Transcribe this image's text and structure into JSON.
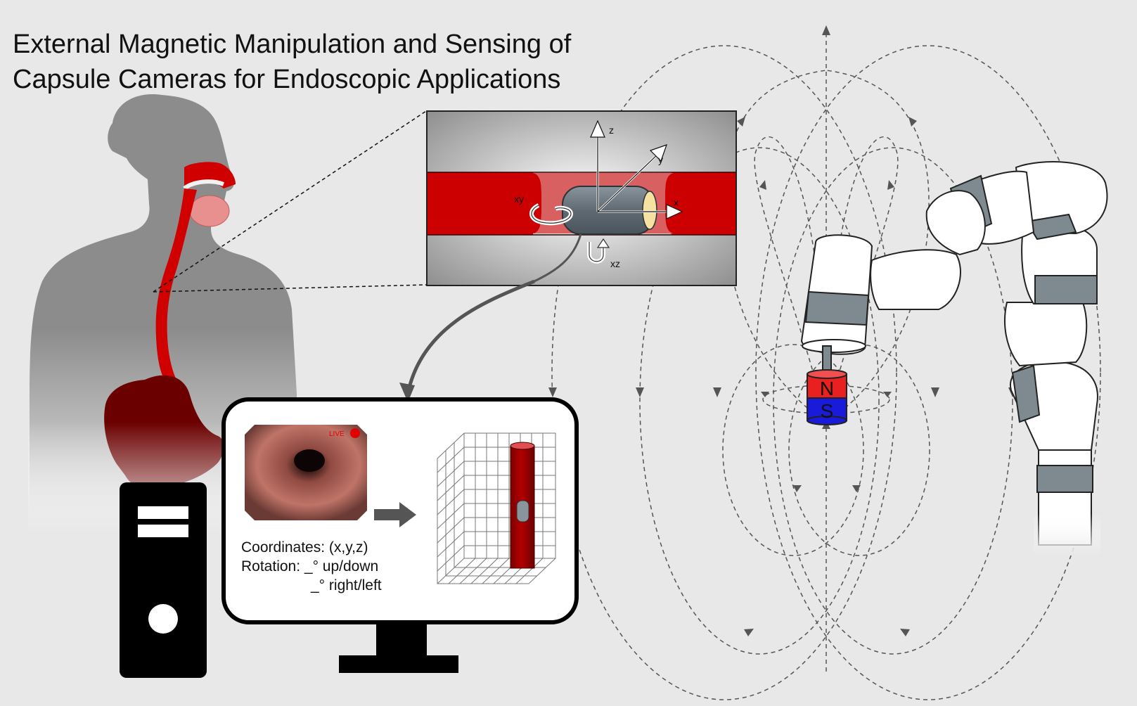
{
  "title": {
    "line1": "External Magnetic Manipulation and Sensing of",
    "line2": "Capsule Cameras for Endoscopic Applications"
  },
  "inset": {
    "axis_z": "z",
    "axis_y": "y",
    "axis_x": "x",
    "rot_xy": "xy",
    "rot_xz": "xz"
  },
  "monitor": {
    "live_label": "LIVE",
    "coordinates": "Coordinates: (x,y,z)",
    "rotation": "Rotation: _° up/down",
    "rotation2": "_° right/left"
  },
  "magnet": {
    "north": "N",
    "south": "S"
  },
  "colors": {
    "background": "#e8e8e8",
    "tissue_red": "#cc0000",
    "stomach_dark": "#6b0000",
    "magnet_north": "#e82020",
    "magnet_south": "#1a1adb",
    "robot_band": "#7f8a90"
  },
  "icons": {
    "computer": "desktop-tower-icon",
    "monitor": "monitor-icon",
    "robot": "robot-arm-icon"
  }
}
